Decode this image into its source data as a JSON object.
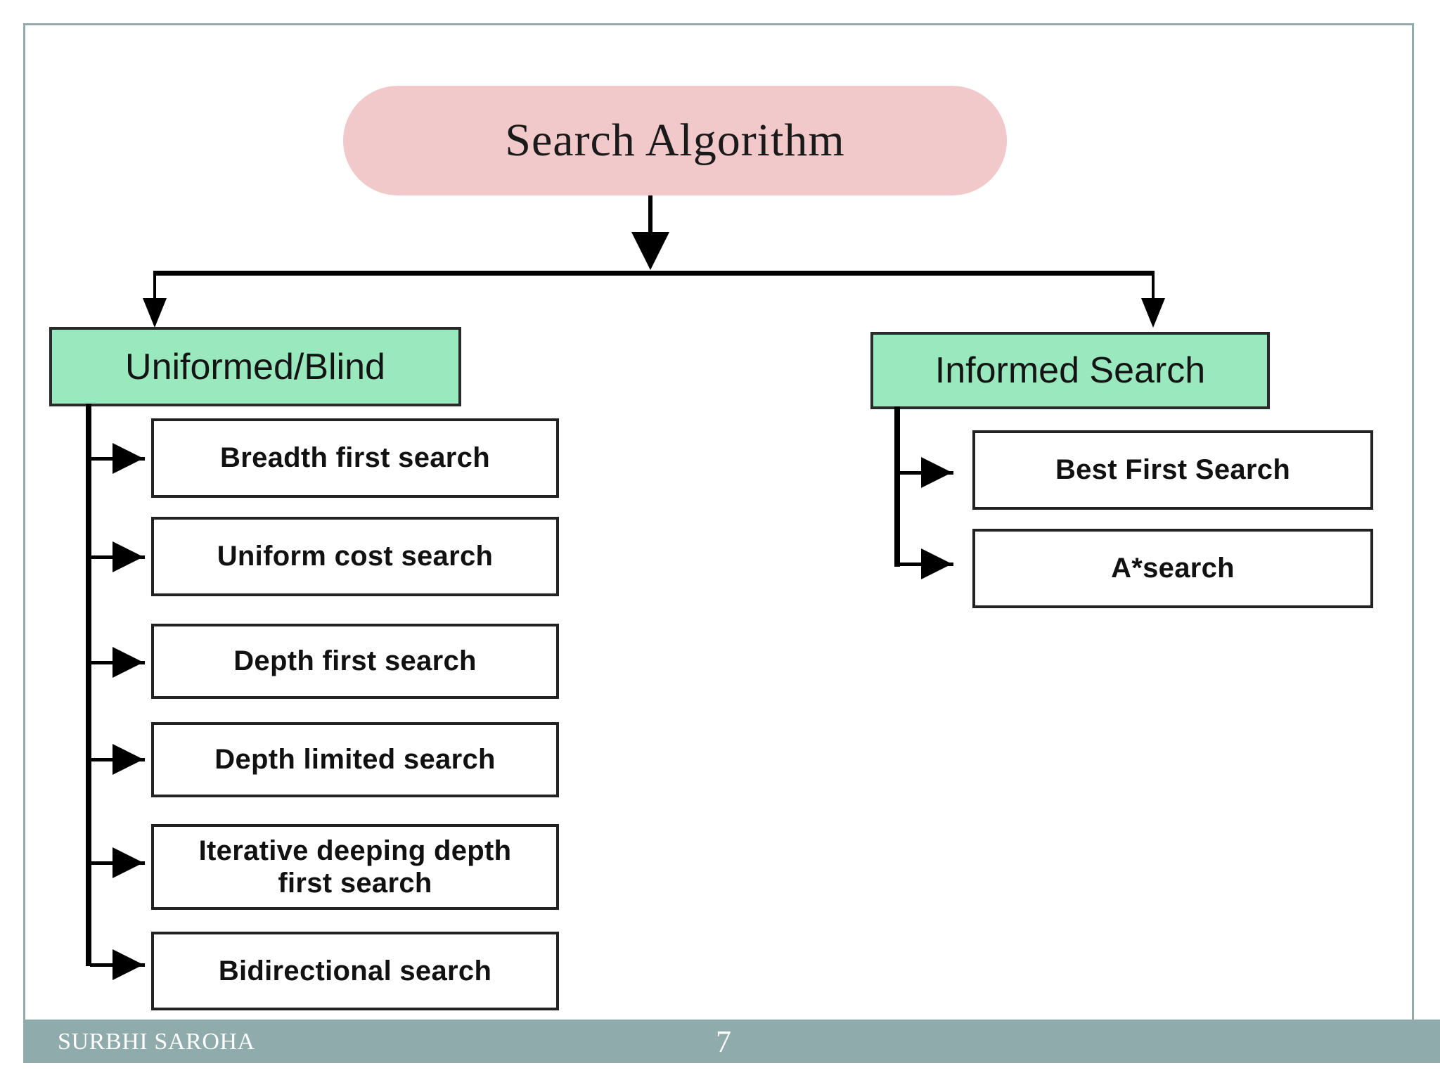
{
  "slide": {
    "frame_color": "#8fabab",
    "background": "#ffffff"
  },
  "diagram": {
    "type": "tree",
    "root": {
      "label": "Search Algorithm",
      "fill": "#f2c9ca",
      "shape": "rounded-rectangle"
    },
    "categories": [
      {
        "label": "Uniformed/Blind",
        "fill": "#9ae8bd",
        "children": [
          {
            "label": "Breadth first search"
          },
          {
            "label": "Uniform cost search"
          },
          {
            "label": "Depth first search"
          },
          {
            "label": "Depth limited search"
          },
          {
            "label_line1": "Iterative deeping depth",
            "label_line2": "first search"
          },
          {
            "label": "Bidirectional search"
          }
        ]
      },
      {
        "label": "Informed Search",
        "fill": "#9ae8bd",
        "children": [
          {
            "label": "Best First Search"
          },
          {
            "label": "A*search"
          }
        ]
      }
    ]
  },
  "footer": {
    "author": "SURBHI SAROHA",
    "page_number": "7",
    "bar_color": "#8fabab",
    "text_color": "#ffffff"
  }
}
